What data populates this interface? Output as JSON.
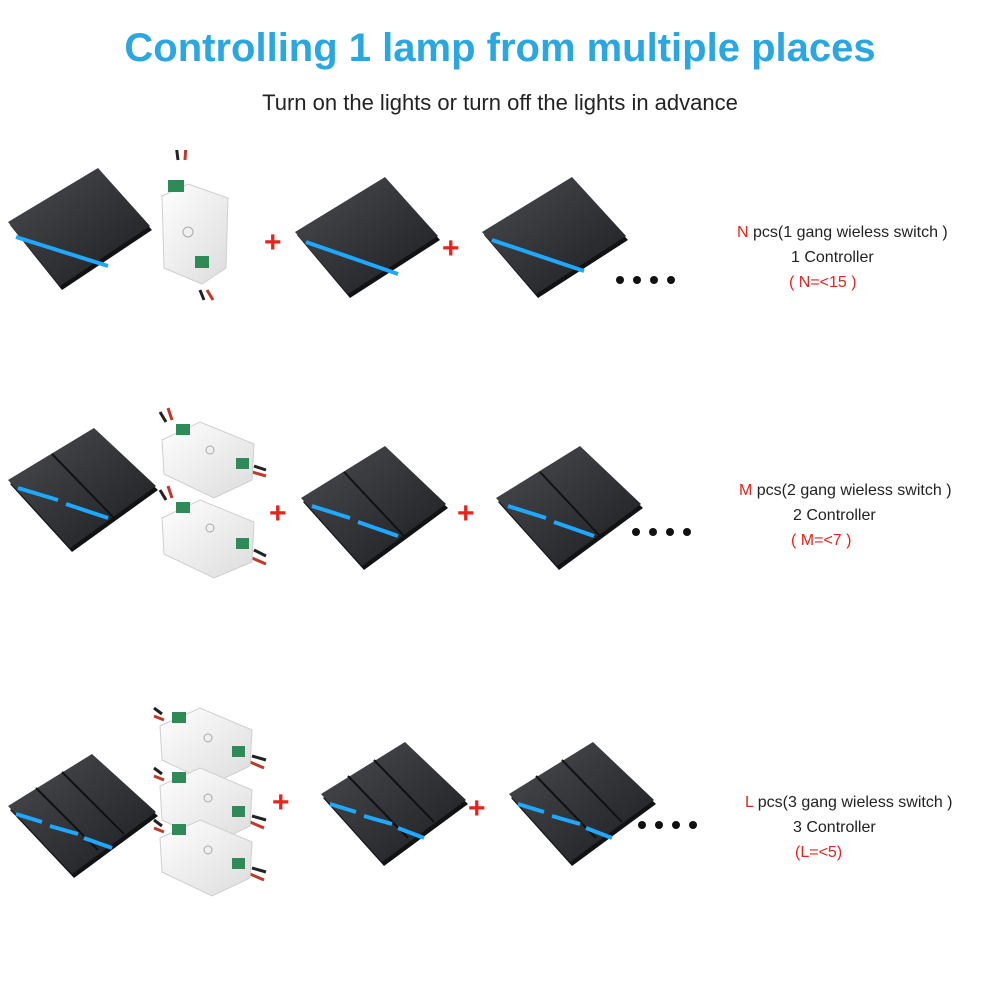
{
  "header": {
    "title": "Controlling 1 lamp from multiple places",
    "subtitle": "Turn on the lights or turn off the lights in advance"
  },
  "colors": {
    "title": "#2aa7e0",
    "accent_red": "#e8231c",
    "switch_panel": "#2a2b2e",
    "led_blue": "#1ea8ff"
  },
  "rows": [
    {
      "gangs": 1,
      "controllers": 1,
      "plus": "+",
      "ellipsis": "••••",
      "letter": "N",
      "description": " pcs(1 gang wieless switch )",
      "controller_text": "1 Controller",
      "limit": "( N=<15 )"
    },
    {
      "gangs": 2,
      "controllers": 2,
      "plus": "+",
      "ellipsis": "••••",
      "letter": "M",
      "description": " pcs(2 gang wieless switch )",
      "controller_text": "2 Controller",
      "limit": "( M=<7 )"
    },
    {
      "gangs": 3,
      "controllers": 3,
      "plus": "+",
      "ellipsis": "••••",
      "letter": "L",
      "description": " pcs(3 gang wieless switch )",
      "controller_text": "3 Controller",
      "limit": "(L=<5)"
    }
  ]
}
